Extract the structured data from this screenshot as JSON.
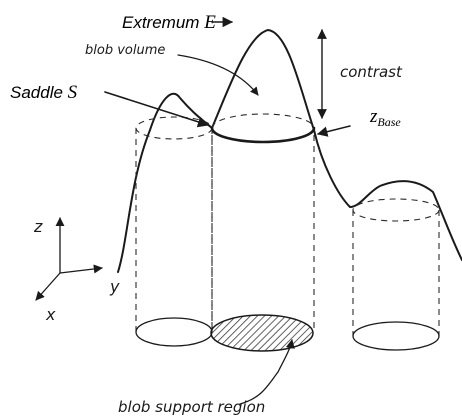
{
  "labels": {
    "extremum": "Extremum",
    "extremum_sym": "E",
    "saddle": "Saddle",
    "saddle_sym": "S",
    "blob_volume": "blob volume",
    "contrast": "contrast",
    "zbase_main": "z",
    "zbase_sub": "Base",
    "axis_z": "z",
    "axis_y": "y",
    "axis_x": "x",
    "support_region": "blob support region"
  },
  "colors": {
    "line": "#1a1a1a",
    "hatch": "#3a3a3a"
  }
}
